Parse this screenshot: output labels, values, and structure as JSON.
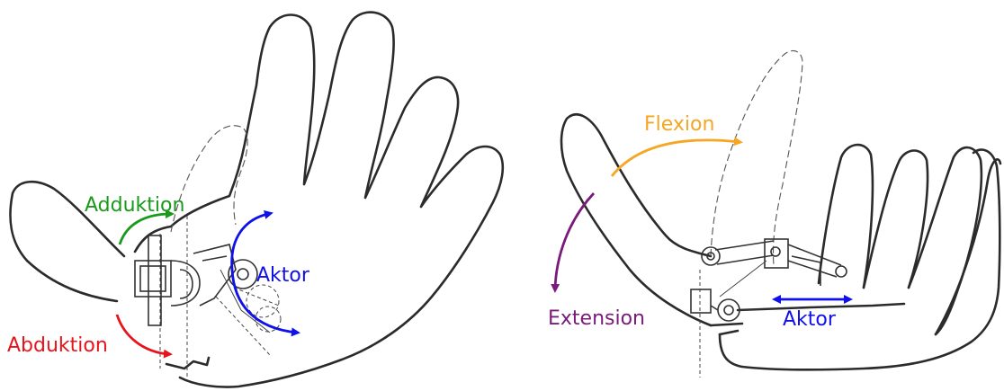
{
  "left_figure": {
    "labels": {
      "adduction": "Adduktion",
      "abduction": "Abduktion",
      "actuator": "Aktor"
    }
  },
  "right_figure": {
    "labels": {
      "flexion": "Flexion",
      "extension": "Extension",
      "actuator": "Aktor"
    }
  },
  "colors": {
    "adduction": "#1a9a1a",
    "abduction": "#e8141b",
    "actuator": "#1010e8",
    "flexion": "#f5a623",
    "extension": "#7a1a7a",
    "outline": "#2b2b2b"
  }
}
